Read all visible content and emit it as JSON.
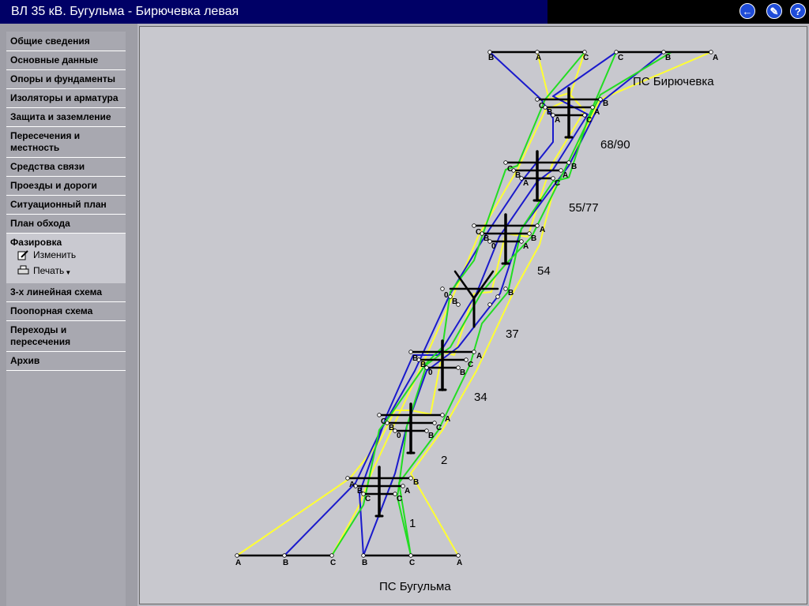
{
  "window": {
    "title": "ВЛ 35 кВ. Бугульма - Бирючевка левая",
    "buttons": {
      "back": "←",
      "edit": "✎",
      "help": "?"
    }
  },
  "sidebar": {
    "items_top": [
      "Общие сведения",
      "Основные данные",
      "Опоры и фундаменты",
      "Изоляторы и арматура",
      "Защита и заземление",
      "Пересечения и местность",
      "Средства связи",
      "Проезды и дороги",
      "Ситуационный план",
      "План обхода"
    ],
    "active": {
      "title": "Фазировка",
      "actions": [
        "Изменить",
        "Печать"
      ]
    },
    "items_bottom": [
      "3-х линейная схема",
      "Поопорная схема",
      "Переходы и пересечения",
      "Архив"
    ]
  },
  "diagram": {
    "substation_top": "ПС Бирючевка",
    "substation_bottom": "ПС Бугульма",
    "tower_labels": [
      "68/90",
      "55/77",
      "54",
      "37",
      "34",
      "2",
      "1"
    ],
    "phase_colors": {
      "A": "#ffff33",
      "B": "#1a1acc",
      "C": "#22dd22"
    },
    "top_bus_left": [
      "B",
      "A",
      "C"
    ],
    "top_bus_right": [
      "C",
      "B",
      "A"
    ],
    "bottom_bus_left": [
      "A",
      "B",
      "C"
    ],
    "bottom_bus_right": [
      "B",
      "C",
      "A"
    ]
  }
}
